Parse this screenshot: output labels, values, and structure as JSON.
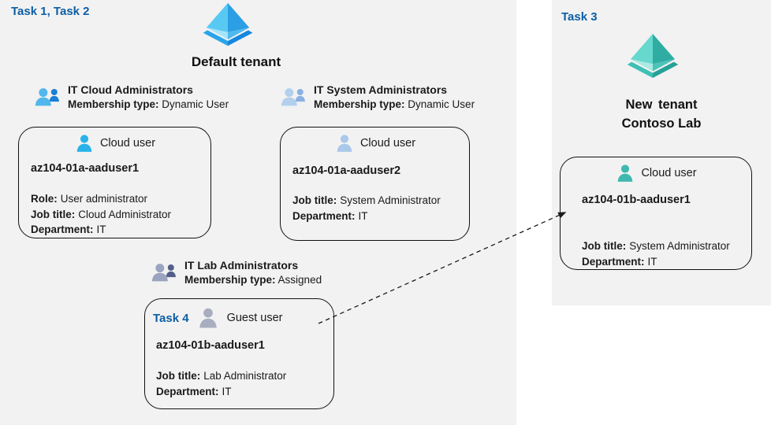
{
  "default_tenant": {
    "task_label": "Task 1, Task 2",
    "title": "Default tenant",
    "groups": [
      {
        "name": "IT Cloud Administrators",
        "membership_label": "Membership type:",
        "membership_value": "Dynamic User"
      },
      {
        "name": "IT System Administrators",
        "membership_label": "Membership type:",
        "membership_value": "Dynamic User"
      },
      {
        "name": "IT Lab Administrators",
        "membership_label": "Membership type:",
        "membership_value": "Assigned"
      }
    ],
    "cards": [
      {
        "user_type": "Cloud user",
        "name": "az104-01a-aaduser1",
        "fields": [
          {
            "label": "Role:",
            "value": "User administrator"
          },
          {
            "label": "Job title:",
            "value": "Cloud Administrator"
          },
          {
            "label": "Department:",
            "value": "IT"
          }
        ]
      },
      {
        "user_type": "Cloud user",
        "name": "az104-01a-aaduser2",
        "fields": [
          {
            "label": "Job title:",
            "value": "System Administrator"
          },
          {
            "label": "Department:",
            "value": "IT"
          }
        ]
      },
      {
        "task_label": "Task 4",
        "user_type": "Guest user",
        "name": "az104-01b-aaduser1",
        "fields": [
          {
            "label": "Job title:",
            "value": "Lab Administrator"
          },
          {
            "label": "Department:",
            "value": "IT"
          }
        ]
      }
    ]
  },
  "new_tenant": {
    "task_label": "Task 3",
    "title_line1": "New tenant",
    "title_line2": "Contoso Lab",
    "card": {
      "user_type": "Cloud user",
      "name": "az104-01b-aaduser1",
      "fields": [
        {
          "label": "Job title:",
          "value": "System Administrator"
        },
        {
          "label": "Department:",
          "value": "IT"
        }
      ]
    }
  },
  "colors": {
    "panel_bg": "#f2f2f2",
    "task_label_blue": "#0d5ea6",
    "text_primary": "#1a1a1a",
    "card_border": "#111111",
    "arrow": "#1a1a1a"
  },
  "icon_colors": {
    "tenant_blue": {
      "ul": "#58c9f3",
      "ur": "#2c9ee3",
      "ll": "#a6e4fa",
      "lr": "#50b8ee",
      "base_l": "#29a4ea",
      "base_r": "#1587de"
    },
    "tenant_teal": {
      "ul": "#66d8ce",
      "ur": "#2fada3",
      "ll": "#abe9e2",
      "lr": "#4cc3b9",
      "base_l": "#3fc0b5",
      "base_r": "#26a197"
    },
    "group_icons": [
      {
        "front": "#52b7ec",
        "back": "#1b7fd5"
      },
      {
        "front": "#b3cfee",
        "back": "#8ab1e1"
      },
      {
        "front": "#9aa3bf",
        "back": "#535f86"
      }
    ],
    "user_icons": {
      "cloud1": "#29b2e8",
      "cloud2": "#a9c8ea",
      "guest": "#a9adc0",
      "new_tenant": "#3fb9af"
    }
  }
}
